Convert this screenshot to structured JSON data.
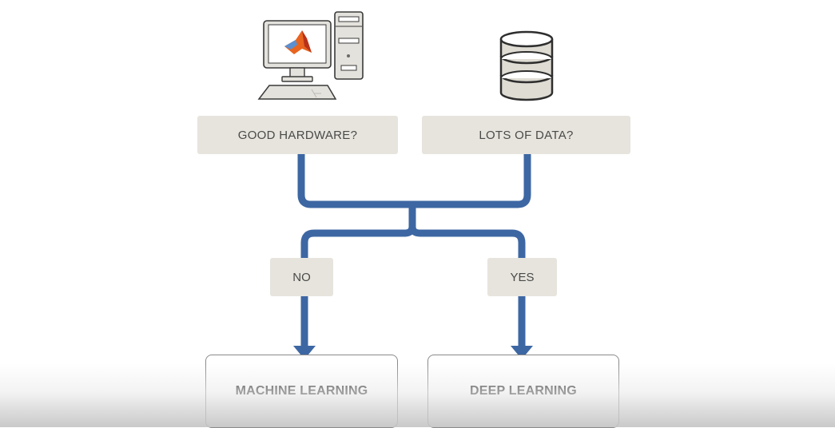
{
  "diagram": {
    "colors": {
      "connector": "#3d67a3",
      "question_box": "#e6e4dd",
      "outcome_border": "#8a8a8a"
    },
    "icons": {
      "computer": "desktop-computer-with-matlab-logo-icon",
      "database": "database-stack-icon"
    },
    "questions": [
      {
        "id": "hardware",
        "label": "GOOD HARDWARE?"
      },
      {
        "id": "data",
        "label": "LOTS OF DATA?"
      }
    ],
    "branches": [
      {
        "id": "no",
        "label": "NO",
        "leads_to": "machine_learning"
      },
      {
        "id": "yes",
        "label": "YES",
        "leads_to": "deep_learning"
      }
    ],
    "outcomes": [
      {
        "id": "machine_learning",
        "label": "MACHINE LEARNING"
      },
      {
        "id": "deep_learning",
        "label": "DEEP LEARNING"
      }
    ]
  }
}
